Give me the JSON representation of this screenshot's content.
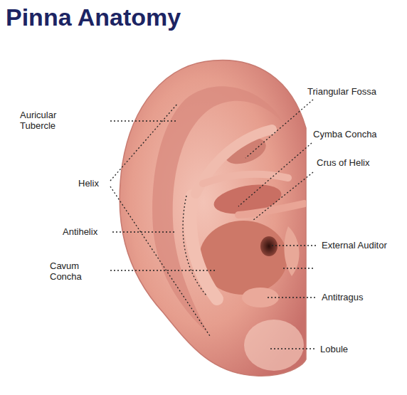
{
  "diagram": {
    "title": "Pinna Anatomy",
    "labels": [
      "Triangular Fossa",
      "Auricular Tubercle",
      "Cymba Concha",
      "Crus of Helix",
      "Helix",
      "Antihelix",
      "External Auditor",
      "Cavum Concha",
      "Antitragus",
      "Lobule"
    ]
  }
}
